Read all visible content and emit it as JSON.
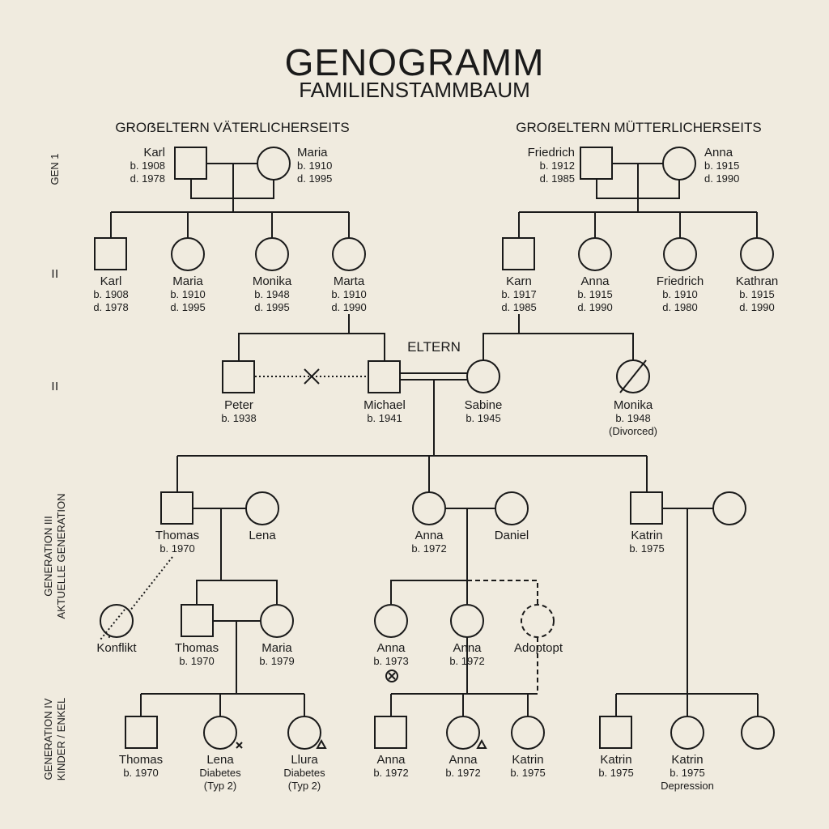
{
  "title": "GENOGRAMM",
  "subtitle": "FAMILIENSTAMMBAUM",
  "groups": {
    "paternal": "GROẞELTERN VÄTERLICHERSEITS",
    "maternal": "GROẞELTERN MÜTTERLICHERSEITS",
    "parents": "ELTERN"
  },
  "generation_labels": {
    "gen1": "GEN 1",
    "row2": "II",
    "row3": "II",
    "gen3_line1": "GENERATION III",
    "gen3_line2": "AKTUELLE GENERATION",
    "gen4_line1": "GENERATION IV",
    "gen4_line2": "KINDER / ENKEL"
  },
  "persons": {
    "karl_gp": {
      "name": "Karl",
      "born": "b. 1908",
      "died": "d. 1978"
    },
    "maria_gp": {
      "name": "Maria",
      "born": "b. 1910",
      "died": "d. 1995"
    },
    "friedrich_gp": {
      "name": "Friedrich",
      "born": "b. 1912",
      "died": "d. 1985"
    },
    "anna_gp": {
      "name": "Anna",
      "born": "b. 1915",
      "died": "d. 1990"
    },
    "karl_2": {
      "name": "Karl",
      "born": "b. 1908",
      "died": "d. 1978"
    },
    "maria_2": {
      "name": "Maria",
      "born": "b. 1910",
      "died": "d. 1995"
    },
    "monika_2": {
      "name": "Monika",
      "born": "b. 1948",
      "died": "d. 1995"
    },
    "marta_2": {
      "name": "Marta",
      "born": "b. 1910",
      "died": "d. 1990"
    },
    "karn_2": {
      "name": "Karn",
      "born": "b. 1917",
      "died": "d. 1985"
    },
    "anna_2": {
      "name": "Anna",
      "born": "b. 1915",
      "died": "d. 1990"
    },
    "friedrich_2": {
      "name": "Friedrich",
      "born": "b. 1910",
      "died": "d. 1980"
    },
    "kathran_2": {
      "name": "Kathran",
      "born": "b. 1915",
      "died": "d. 1990"
    },
    "peter": {
      "name": "Peter",
      "born": "b. 1938"
    },
    "michael": {
      "name": "Michael",
      "born": "b. 1941"
    },
    "sabine": {
      "name": "Sabine",
      "born": "b. 1945"
    },
    "monika_3": {
      "name": "Monika",
      "born": "b. 1948",
      "note": "(Divorced)"
    },
    "thomas_g3": {
      "name": "Thomas",
      "born": "b. 1970"
    },
    "lena_g3": {
      "name": "Lena"
    },
    "anna_g3": {
      "name": "Anna",
      "born": "b. 1972"
    },
    "daniel_g3": {
      "name": "Daniel"
    },
    "katrin_g3": {
      "name": "Katrin",
      "born": "b. 1975"
    },
    "konflikt": {
      "name": "Konflikt"
    },
    "thomas_b": {
      "name": "Thomas",
      "born": "b. 1970"
    },
    "maria_b": {
      "name": "Maria",
      "born": "b. 1979"
    },
    "anna_b1": {
      "name": "Anna",
      "born": "b. 1973"
    },
    "anna_b2": {
      "name": "Anna",
      "born": "b. 1972"
    },
    "adopted": {
      "name": "Adoptopt"
    },
    "thomas_c": {
      "name": "Thomas",
      "born": "b. 1970"
    },
    "lena_c": {
      "name": "Lena",
      "born": "Diabetes",
      "note": "(Typ 2)"
    },
    "laura_c": {
      "name": "Llura",
      "born": "Diabetes",
      "note": "(Typ 2)"
    },
    "anna_c1": {
      "name": "Anna",
      "born": "b. 1972"
    },
    "anna_c2": {
      "name": "Anna",
      "born": "b. 1972"
    },
    "katrin_c1": {
      "name": "Katrin",
      "born": "b. 1975"
    },
    "katrin_c2": {
      "name": "Katrin",
      "born": "b. 1975"
    },
    "katrin_c3": {
      "name": "Katrin",
      "born": "b. 1975",
      "note": "Depression"
    }
  }
}
